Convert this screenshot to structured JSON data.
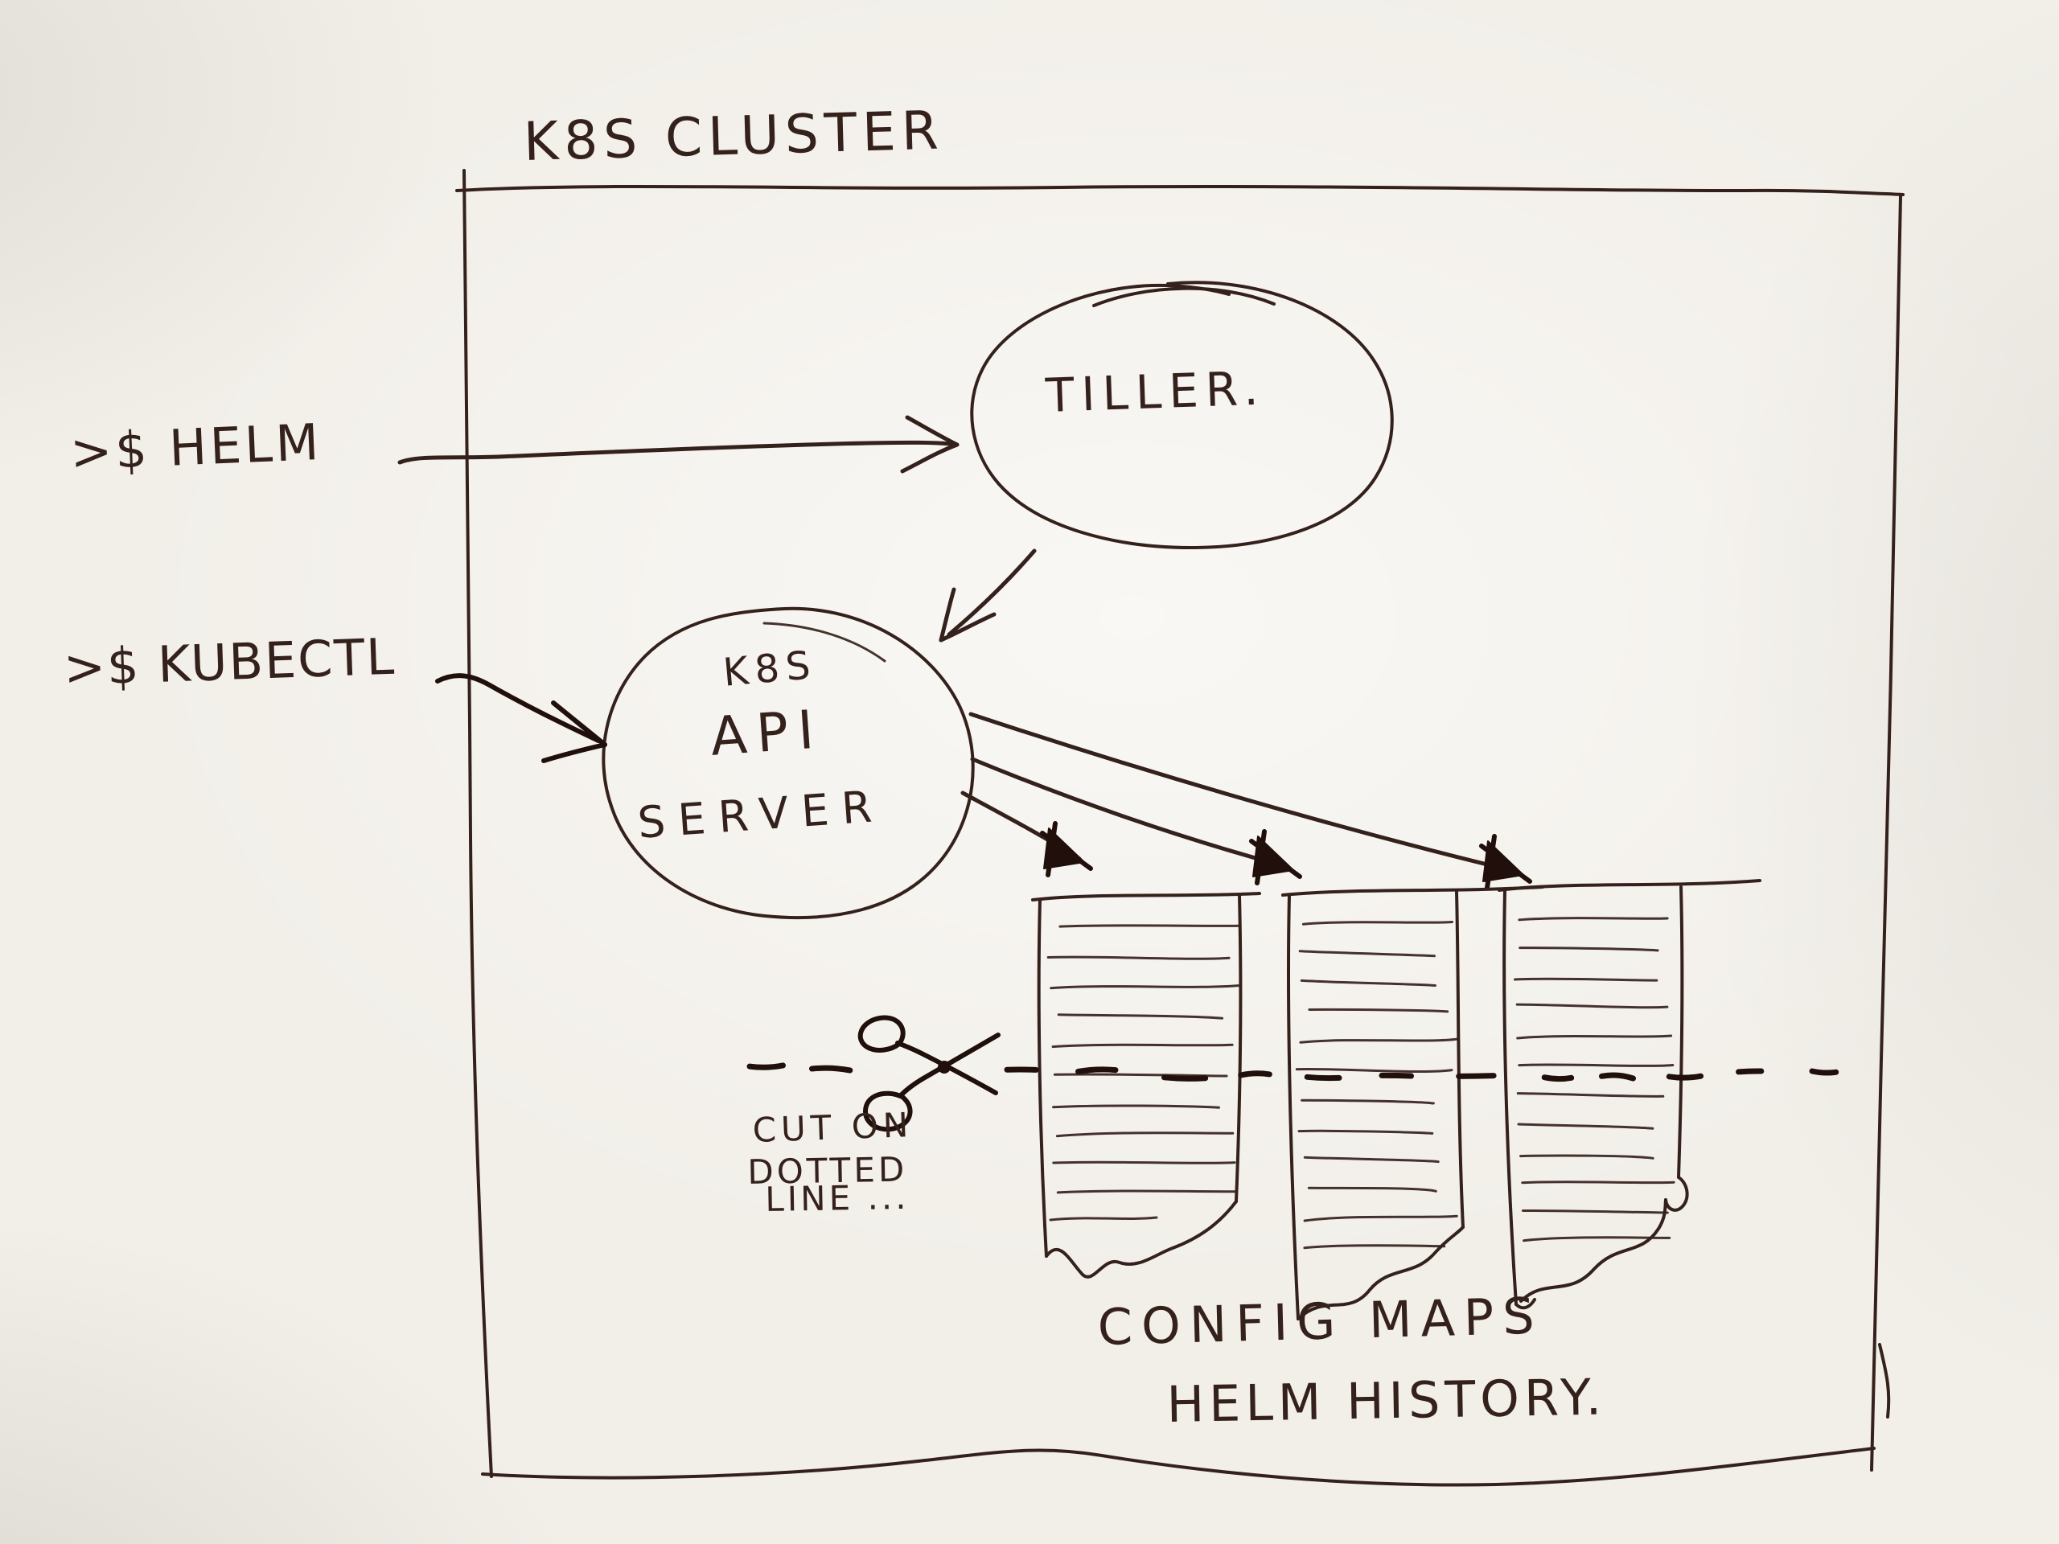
{
  "cluster": {
    "label": "K8S CLUSTER"
  },
  "commands": {
    "helm": ">$ HELM",
    "kubectl": ">$ KUBECTL"
  },
  "nodes": {
    "tiller": {
      "label": "TILLER."
    },
    "api_server": {
      "line1": "K8S",
      "line2": "API",
      "line3": "SERVER"
    }
  },
  "cut_note": {
    "line1": "CUT ON",
    "line2": "DOTTED",
    "line3": "LINE ..."
  },
  "caption": {
    "line1": "CONFIG MAPS",
    "line2": "HELM HISTORY."
  },
  "config_map_documents": 3,
  "icons": {
    "scissors": "scissors-icon"
  },
  "colors": {
    "ink": "#35211c",
    "ink-bold": "#200f0a",
    "paper": "#f2efe9"
  }
}
